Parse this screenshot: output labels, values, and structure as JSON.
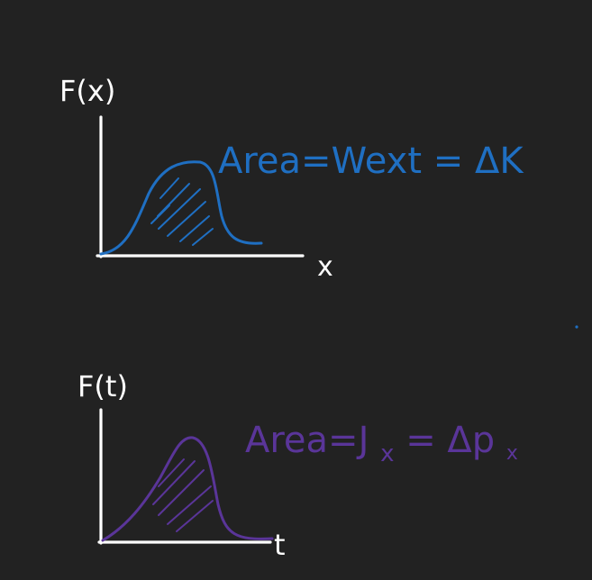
{
  "colors": {
    "background": "#222222",
    "axes": "#ffffff",
    "top_curve": "#1f6fc2",
    "bottom_curve": "#5a3599"
  },
  "top_graph": {
    "y_label": "F(x)",
    "x_label": "x",
    "annotation": "Area=Wext = ΔK"
  },
  "bottom_graph": {
    "y_label": "F(t)",
    "x_label": "t",
    "annotation_prefix": "Area=J",
    "annotation_sub": "x",
    "annotation_suffix": "= Δp",
    "annotation_sub2": "x"
  }
}
